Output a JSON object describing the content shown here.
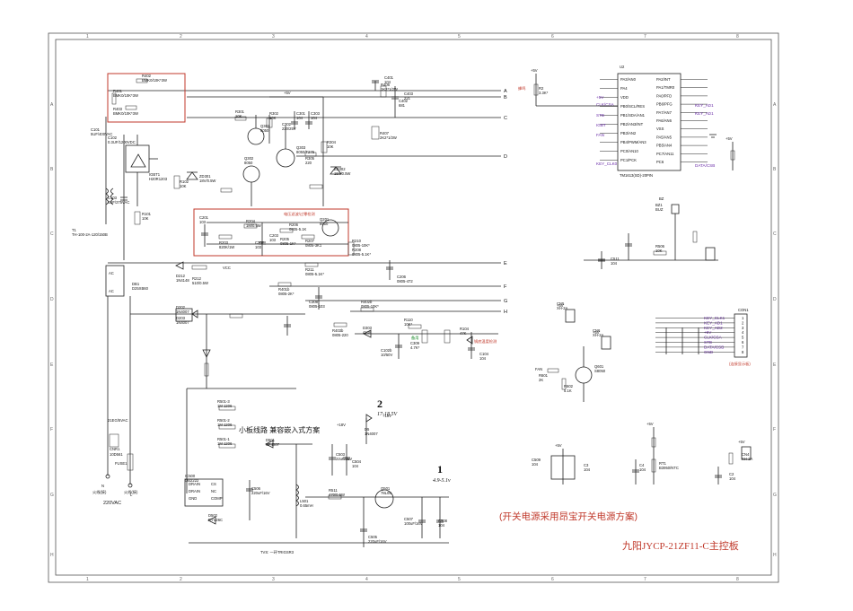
{
  "title": "九阳JYCP-21ZF11-C主控板",
  "switch_note": "(开关电源采用昂宝开关电源方案)",
  "zones": {
    "top": [
      "1",
      "2",
      "3",
      "4",
      "5",
      "6",
      "7",
      "8"
    ],
    "side": [
      "A",
      "B",
      "C",
      "D",
      "E",
      "F",
      "G",
      "H"
    ]
  },
  "node_labels": [
    "A",
    "B",
    "C",
    "D",
    "E",
    "F",
    "G",
    "H"
  ],
  "ac_input": {
    "label": "220VAC",
    "fuse": "FUSE1",
    "n": "N",
    "n_note": "火线(接)",
    "l": "L",
    "l_note": "火线(接)",
    "varistor": "CNR1",
    "varistor_val": "10D561",
    "fuse_val": "21EG/5VAC"
  },
  "annotations": {
    "voltage_filter": "电压滤波/过零检测",
    "small_board": "小板线路 兼容嵌入式方案",
    "temp_detect": "锅底温度检测",
    "spare": "备用",
    "num1": "1",
    "num2": "2",
    "v1": "4.9-5.1v",
    "v2": "17-18.5V",
    "v18": "+18V"
  },
  "mcu": {
    "ref": "U2",
    "part": "TM1613(SD)-20PIN",
    "left_pins": [
      "PA3/AN0",
      "PA4",
      "VDD",
      "PB0/SCL/RES",
      "PB1/SDA/AN1",
      "PB2/AN3/INT",
      "PB3/AN2",
      "PB4/PWM/AN3",
      "PC0/AN10",
      "PC1/PCK"
    ],
    "right_pins": [
      "PA2/INT",
      "PA1/TMR0",
      "PA0/PFD",
      "PB6/PFG",
      "PA7/AN7",
      "PA6/AN6",
      "VSS",
      "PA5/AN5",
      "PB5/AN4",
      "PC7/AN11",
      "PC6"
    ],
    "nets_left": [
      "+5V",
      "CLK/CSA",
      "STB",
      "IGBT",
      "FAN",
      "KEY_CLK0"
    ],
    "nets_right": [
      "KEY_AD1",
      "KEY_AD1",
      "DATA/CSB"
    ]
  },
  "connector": {
    "ref": "CON1",
    "pins": [
      "1",
      "2",
      "3",
      "4",
      "5",
      "6",
      "7",
      "8"
    ],
    "nets": [
      "KEY_CLK1",
      "KEY_AD1",
      "KEY_AD2",
      "+5V",
      "CLK/CSA",
      "STB",
      "DATA/CSB",
      "GND"
    ],
    "note": "(连接显示板)"
  },
  "components": [
    {
      "ref": "R401",
      "val": "BMK0/10K*3W"
    },
    {
      "ref": "R402",
      "val": "BMK0/10K*3W"
    },
    {
      "ref": "R403",
      "val": "BMK0/10K*3W"
    },
    {
      "ref": "C401",
      "val": "104"
    },
    {
      "ref": "C402",
      "val": "681"
    },
    {
      "ref": "C403",
      "val": "221"
    },
    {
      "ref": "R406",
      "val": "1K2*1/2W"
    },
    {
      "ref": "R407",
      "val": "2K2*1/2W"
    },
    {
      "ref": "Q301",
      "val": "8050"
    },
    {
      "ref": "Q302",
      "val": "8050"
    },
    {
      "ref": "Q303",
      "val": "8050/T275"
    },
    {
      "ref": "R301",
      "val": "10K"
    },
    {
      "ref": "R302",
      "val": "10K"
    },
    {
      "ref": "C301",
      "val": "104"
    },
    {
      "ref": "C302",
      "val": "220/25V"
    },
    {
      "ref": "C303",
      "val": "104"
    },
    {
      "ref": "R304",
      "val": "10K"
    },
    {
      "ref": "R305",
      "val": "220"
    },
    {
      "ref": "ZD301",
      "val": "18V/0.5W"
    },
    {
      "ref": "ZD302",
      "val": "15V/0.5W"
    },
    {
      "ref": "IGBT1",
      "val": "H20R1203"
    },
    {
      "ref": "C101",
      "val": "5UF/400VAC"
    },
    {
      "ref": "C102",
      "val": "0.3UF/1200VDC"
    },
    {
      "ref": "C103",
      "val": "4UF/275VAC"
    },
    {
      "ref": "T1",
      "val": "TH-100-2A-120/150B"
    },
    {
      "ref": "R101",
      "val": "10K"
    },
    {
      "ref": "R102",
      "val": "10K"
    },
    {
      "ref": "DB1",
      "val": "D25XB60"
    },
    {
      "ref": "D202",
      "val": "1N4007"
    },
    {
      "ref": "D203",
      "val": "1N4007"
    },
    {
      "ref": "R203",
      "val": "820K/1W"
    },
    {
      "ref": "R204",
      "val": "1M/0.5W"
    },
    {
      "ref": "R205",
      "val": "0805-1K*"
    },
    {
      "ref": "R206",
      "val": "0805-5.1K"
    },
    {
      "ref": "R207",
      "val": "0805-3K1"
    },
    {
      "ref": "R208",
      "val": "0805-5.1K*"
    },
    {
      "ref": "C201",
      "val": "103"
    },
    {
      "ref": "C202",
      "val": "103"
    },
    {
      "ref": "C203",
      "val": "103"
    },
    {
      "ref": "Q201",
      "val": "8550"
    },
    {
      "ref": "R210",
      "val": "0805-10K*"
    },
    {
      "ref": "R211",
      "val": "0805-5.1K*"
    },
    {
      "ref": "C206",
      "val": "0805-472"
    },
    {
      "ref": "D212",
      "val": "1N4148"
    },
    {
      "ref": "R212",
      "val": "510/0.5W"
    },
    {
      "ref": "R401b",
      "val": "0805-2K*"
    },
    {
      "ref": "C308",
      "val": "0805-103"
    },
    {
      "ref": "R402b",
      "val": "0805-10K*"
    },
    {
      "ref": "R403b",
      "val": "0805-220"
    },
    {
      "ref": "D303",
      "val": "4148"
    },
    {
      "ref": "R110",
      "val": "10K*"
    },
    {
      "ref": "C309",
      "val": "4.7K*"
    },
    {
      "ref": "R104",
      "val": "47K"
    },
    {
      "ref": "C104",
      "val": "104"
    },
    {
      "ref": "C102b",
      "val": "10/50V"
    },
    {
      "ref": "R501-3",
      "val": "1M 1206"
    },
    {
      "ref": "R501-2",
      "val": "1M 1206"
    },
    {
      "ref": "R501-1",
      "val": "1M 1206"
    },
    {
      "ref": "IC500",
      "val": "OB2222"
    },
    {
      "ref": "D501",
      "val": "UF4007"
    },
    {
      "ref": "D502",
      "val": "BYV26C"
    },
    {
      "ref": "D5",
      "val": "1N4007"
    },
    {
      "ref": "C503",
      "val": "22uF/35V"
    },
    {
      "ref": "C504",
      "val": "104"
    },
    {
      "ref": "C505",
      "val": "220uF/16V"
    },
    {
      "ref": "C506",
      "val": "220uF/16V"
    },
    {
      "ref": "C507",
      "val": "100uF/16V"
    },
    {
      "ref": "C508",
      "val": "104"
    },
    {
      "ref": "C509",
      "val": "104"
    },
    {
      "ref": "R511",
      "val": "470/0.5W"
    },
    {
      "ref": "L501",
      "val": "0.65mH"
    },
    {
      "ref": "Q501",
      "val": "78L05"
    },
    {
      "ref": "BZ1",
      "val": "BUZ"
    },
    {
      "ref": "R506",
      "val": "10K"
    },
    {
      "ref": "C511",
      "val": "104"
    },
    {
      "ref": "Q601",
      "val": "S8050"
    },
    {
      "ref": "R601",
      "val": "2K"
    },
    {
      "ref": "R602",
      "val": "5.1K"
    },
    {
      "ref": "RT1",
      "val": "B3950/NTC"
    },
    {
      "ref": "CN4",
      "val": "XH-2A"
    },
    {
      "ref": "CN5",
      "val": "XH-2A"
    },
    {
      "ref": "CN6",
      "val": "XH-2A"
    },
    {
      "ref": "R2",
      "val": "3.3K*"
    },
    {
      "ref": "C2",
      "val": "104"
    },
    {
      "ref": "C3",
      "val": "104"
    },
    {
      "ref": "C4",
      "val": "104"
    }
  ],
  "rails": {
    "v5": "+5V",
    "v18": "+18V",
    "vcc": "VCC"
  },
  "footer_part": "TVS: 一环TRIGSR3"
}
